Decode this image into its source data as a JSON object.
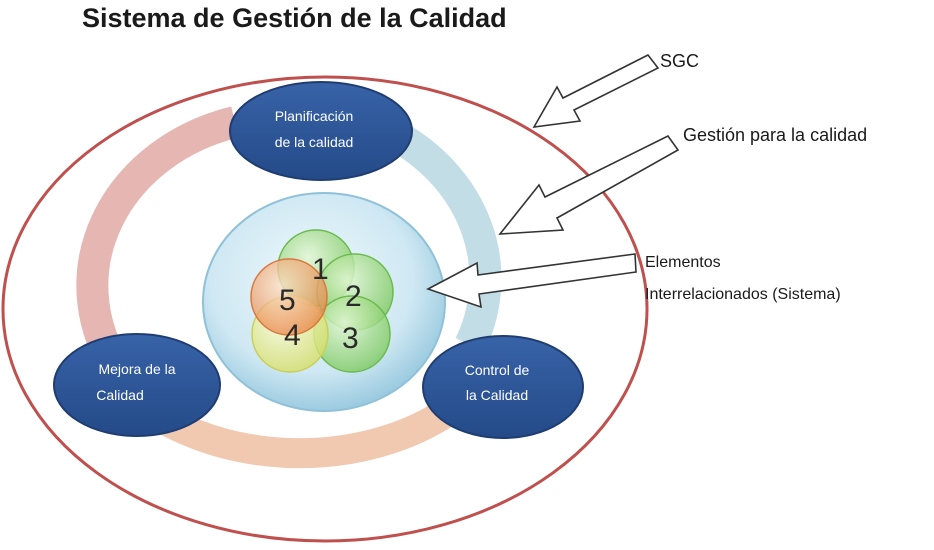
{
  "title": "Sistema de Gestión de la Calidad",
  "callouts": {
    "sgc": "SGC",
    "gestion": "Gestión para la calidad",
    "elementos_line1": "Elementos",
    "elementos_line2": "Interrelacionados (Sistema)"
  },
  "ovals": {
    "planificacion": [
      "Planificación",
      "de la calidad"
    ],
    "mejora": [
      "Mejora de la",
      "Calidad"
    ],
    "control": [
      "Control de",
      "la Calidad"
    ]
  },
  "elements": [
    "1",
    "2",
    "3",
    "4",
    "5"
  ],
  "colors": {
    "outer_ring": "#c0504d",
    "oval_fill": "#2e5597",
    "oval_stroke": "#1f3d70",
    "sphere": "#c9e4f0",
    "circle_green": "#8fd46a",
    "circle_yellow": "#e8ec8e",
    "circle_orange": "#f0a060"
  }
}
